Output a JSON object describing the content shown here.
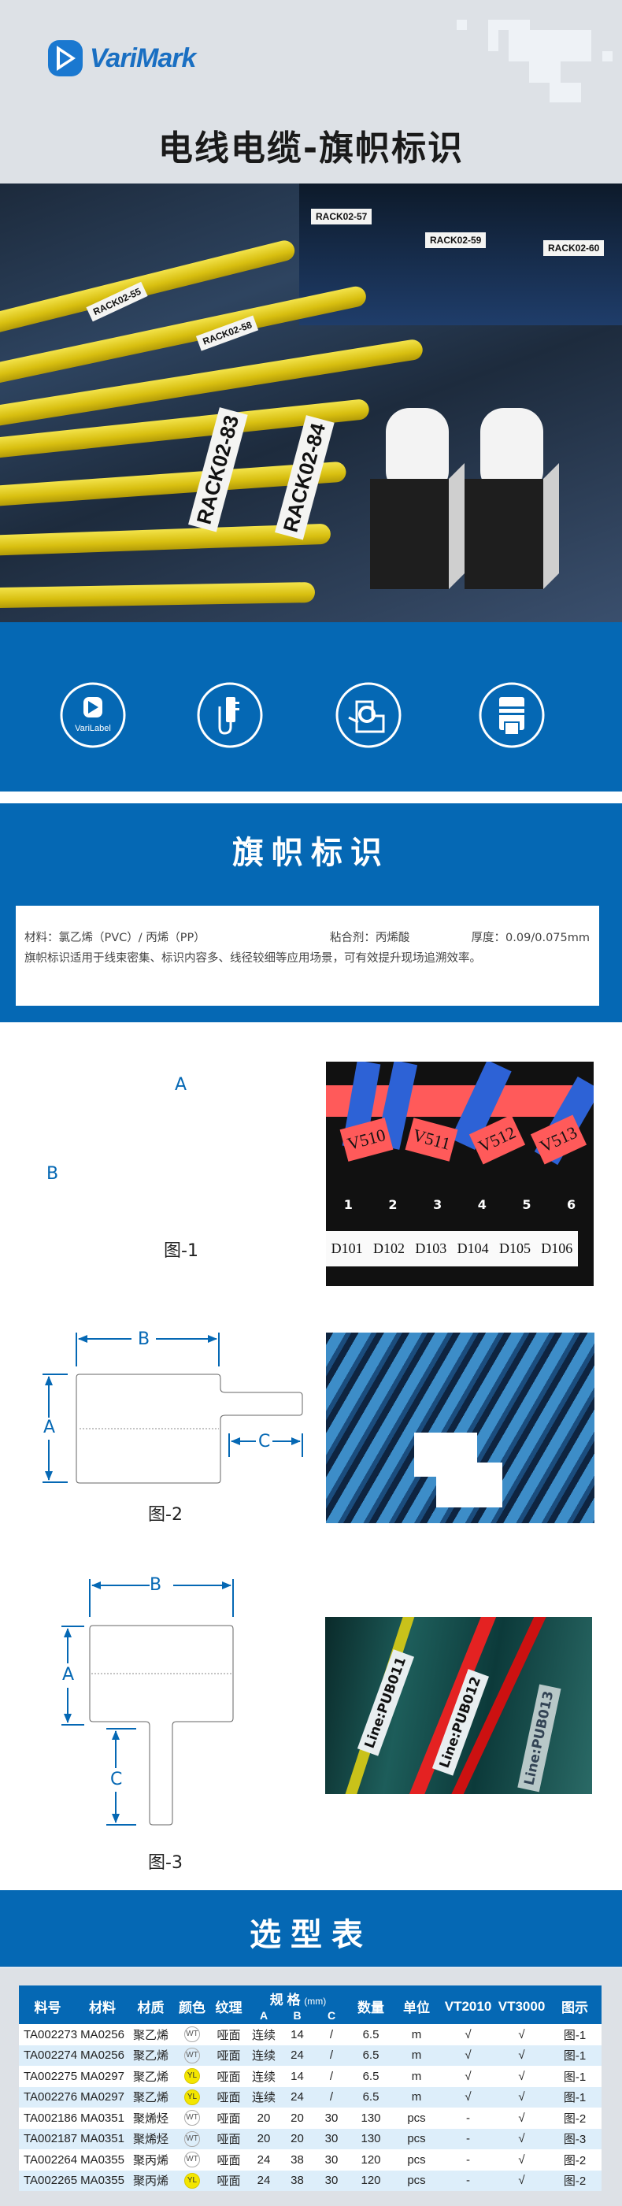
{
  "brand": {
    "logo_text": "VariMark",
    "accent": "#0568b4"
  },
  "header": {
    "title": "电线电缆-旗帜标识"
  },
  "hero": {
    "labels": [
      "RACK02-57",
      "RACK02-59",
      "RACK02-60",
      "RACK02-55",
      "RACK02-58",
      "RACK02-83",
      "RACK02-84"
    ]
  },
  "icons": [
    {
      "name": "varilabel-software-icon",
      "label": "VariLabel"
    },
    {
      "name": "power-adapter-icon"
    },
    {
      "name": "label-cartridge-icon"
    },
    {
      "name": "printer-icon"
    }
  ],
  "spec": {
    "title": "旗帜标识",
    "material": "材料：氯乙烯（PVC）/ 丙烯（PP）",
    "adhesive": "粘合剂：丙烯酸",
    "thickness": "厚度：0.09/0.075mm",
    "description": "旗帜标识适用于线束密集、标识内容多、线径较细等应用场景，可有效提升现场追溯效率。"
  },
  "figures": [
    {
      "caption": "图-1",
      "dims": [
        "A",
        "B"
      ],
      "photo_text": [
        "1",
        "2",
        "3",
        "4",
        "5",
        "6",
        "V510",
        "V511",
        "V512",
        "V513",
        "D101",
        "D102",
        "D103",
        "D104",
        "D105",
        "D106"
      ]
    },
    {
      "caption": "图-2",
      "dims": [
        "B",
        "A",
        "C"
      ]
    },
    {
      "caption": "图-3",
      "dims": [
        "B",
        "A",
        "C"
      ],
      "photo_text": [
        "Line:PUB011",
        "Line:PUB012",
        "Line:PUB013"
      ]
    }
  ],
  "selection": {
    "title": "选型表",
    "headers": {
      "part_no": "料号",
      "material_code": "材料",
      "material": "材质",
      "color": "颜色",
      "texture": "纹理",
      "spec": "规 格",
      "spec_unit": "(mm)",
      "a": "A",
      "b": "B",
      "c": "C",
      "qty": "数量",
      "unit": "单位",
      "vt2010": "VT2010",
      "vt3000": "VT3000",
      "figure": "图示"
    },
    "colors": {
      "WT": "#ffffff",
      "YL": "#f3e600"
    },
    "rows": [
      {
        "part": "TA002273",
        "mat": "MA0256",
        "material": "聚乙烯",
        "color": "WT",
        "texture": "哑面",
        "a": "连续",
        "b": "14",
        "c": "/",
        "qty": "6.5",
        "unit": "m",
        "vt2010": "√",
        "vt3000": "√",
        "fig": "图-1"
      },
      {
        "part": "TA002274",
        "mat": "MA0256",
        "material": "聚乙烯",
        "color": "WT",
        "texture": "哑面",
        "a": "连续",
        "b": "24",
        "c": "/",
        "qty": "6.5",
        "unit": "m",
        "vt2010": "√",
        "vt3000": "√",
        "fig": "图-1"
      },
      {
        "part": "TA002275",
        "mat": "MA0297",
        "material": "聚乙烯",
        "color": "YL",
        "texture": "哑面",
        "a": "连续",
        "b": "14",
        "c": "/",
        "qty": "6.5",
        "unit": "m",
        "vt2010": "√",
        "vt3000": "√",
        "fig": "图-1"
      },
      {
        "part": "TA002276",
        "mat": "MA0297",
        "material": "聚乙烯",
        "color": "YL",
        "texture": "哑面",
        "a": "连续",
        "b": "24",
        "c": "/",
        "qty": "6.5",
        "unit": "m",
        "vt2010": "√",
        "vt3000": "√",
        "fig": "图-1"
      },
      {
        "part": "TA002186",
        "mat": "MA0351",
        "material": "聚烯烃",
        "color": "WT",
        "texture": "哑面",
        "a": "20",
        "b": "20",
        "c": "30",
        "qty": "130",
        "unit": "pcs",
        "vt2010": "-",
        "vt3000": "√",
        "fig": "图-2"
      },
      {
        "part": "TA002187",
        "mat": "MA0351",
        "material": "聚烯烃",
        "color": "WT",
        "texture": "哑面",
        "a": "20",
        "b": "20",
        "c": "30",
        "qty": "130",
        "unit": "pcs",
        "vt2010": "-",
        "vt3000": "√",
        "fig": "图-3"
      },
      {
        "part": "TA002264",
        "mat": "MA0355",
        "material": "聚丙烯",
        "color": "WT",
        "texture": "哑面",
        "a": "24",
        "b": "38",
        "c": "30",
        "qty": "120",
        "unit": "pcs",
        "vt2010": "-",
        "vt3000": "√",
        "fig": "图-2"
      },
      {
        "part": "TA002265",
        "mat": "MA0355",
        "material": "聚丙烯",
        "color": "YL",
        "texture": "哑面",
        "a": "24",
        "b": "38",
        "c": "30",
        "qty": "120",
        "unit": "pcs",
        "vt2010": "-",
        "vt3000": "√",
        "fig": "图-2"
      }
    ]
  }
}
